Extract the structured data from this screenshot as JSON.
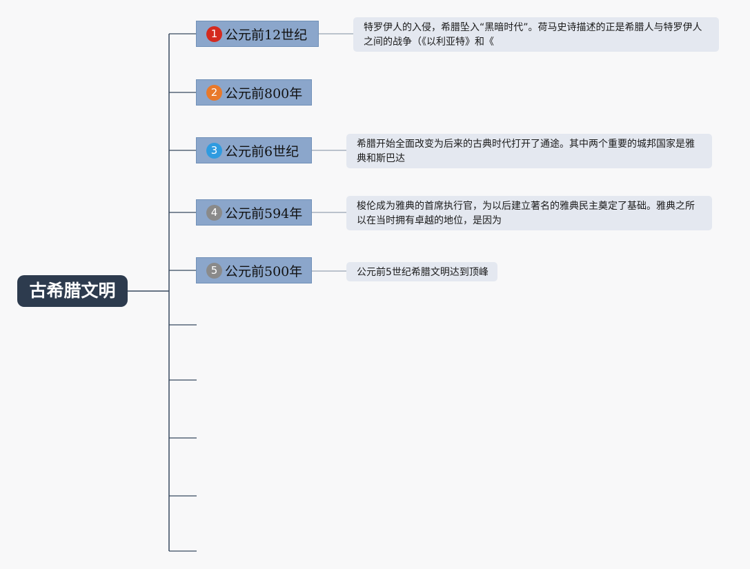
{
  "root": {
    "label": "古希腊文明"
  },
  "branches": [
    {
      "num": "1",
      "label": "公元前12世纪",
      "badge_color": "#d42a1f",
      "note": "特罗伊人的入侵，希腊坠入“黑暗时代”。荷马史诗描述的正是希腊人与特罗伊人之间的战争（《以利亚特》和《"
    },
    {
      "num": "2",
      "label": "公元前800年",
      "badge_color": "#e8792b",
      "note": ""
    },
    {
      "num": "3",
      "label": "公元前6世纪",
      "badge_color": "#2f9be0",
      "note": "希腊开始全面改变为后来的古典时代打开了通途。其中两个重要的城邦国家是雅典和斯巴达"
    },
    {
      "num": "4",
      "label": "公元前594年",
      "badge_color": "#8a8a8a",
      "note": "梭伦成为雅典的首席执行官，为以后建立著名的雅典民主奠定了基础。雅典之所以在当时拥有卓越的地位，是因为"
    },
    {
      "num": "5",
      "label": "公元前500年",
      "badge_color": "#8a8a8a",
      "note": "公元前5世纪希腊文明达到顶峰"
    }
  ],
  "colors": {
    "trunk": "#35475e",
    "branch_fill": "#8ba6cb",
    "note_fill": "#e4e8f0",
    "connector": "#7d8ba0"
  }
}
